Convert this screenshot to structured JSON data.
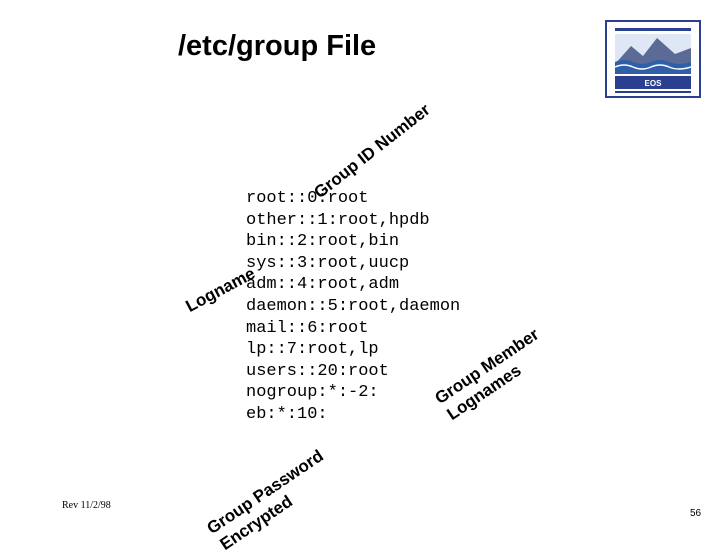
{
  "slide": {
    "title": "/etc/group File",
    "lines": [
      "root::0:root",
      "other::1:root,hpdb",
      "bin::2:root,bin",
      "sys::3:root,uucp",
      "adm::4:root,adm",
      "daemon::5:root,daemon",
      "mail::6:root",
      "lp::7:root,lp",
      "users::20:root",
      "nogroup:*:-2:",
      "eb:*:10:"
    ],
    "labels": {
      "group_id_number": "Group ID Number",
      "logname": "Logname",
      "group_member_lognames_1": "Group Member",
      "group_member_lognames_2": "Lognames",
      "group_password_1": "Group Password",
      "group_password_2": "Encrypted"
    },
    "footer_left": "Rev 11/2/98",
    "page_number": "56"
  },
  "logo": {
    "top_text": "EOS",
    "colors": {
      "frame": "#2a3f8f",
      "sky": "#dfe6f6",
      "mountain": "#5b6b95",
      "water": "#2e5fa8"
    }
  }
}
